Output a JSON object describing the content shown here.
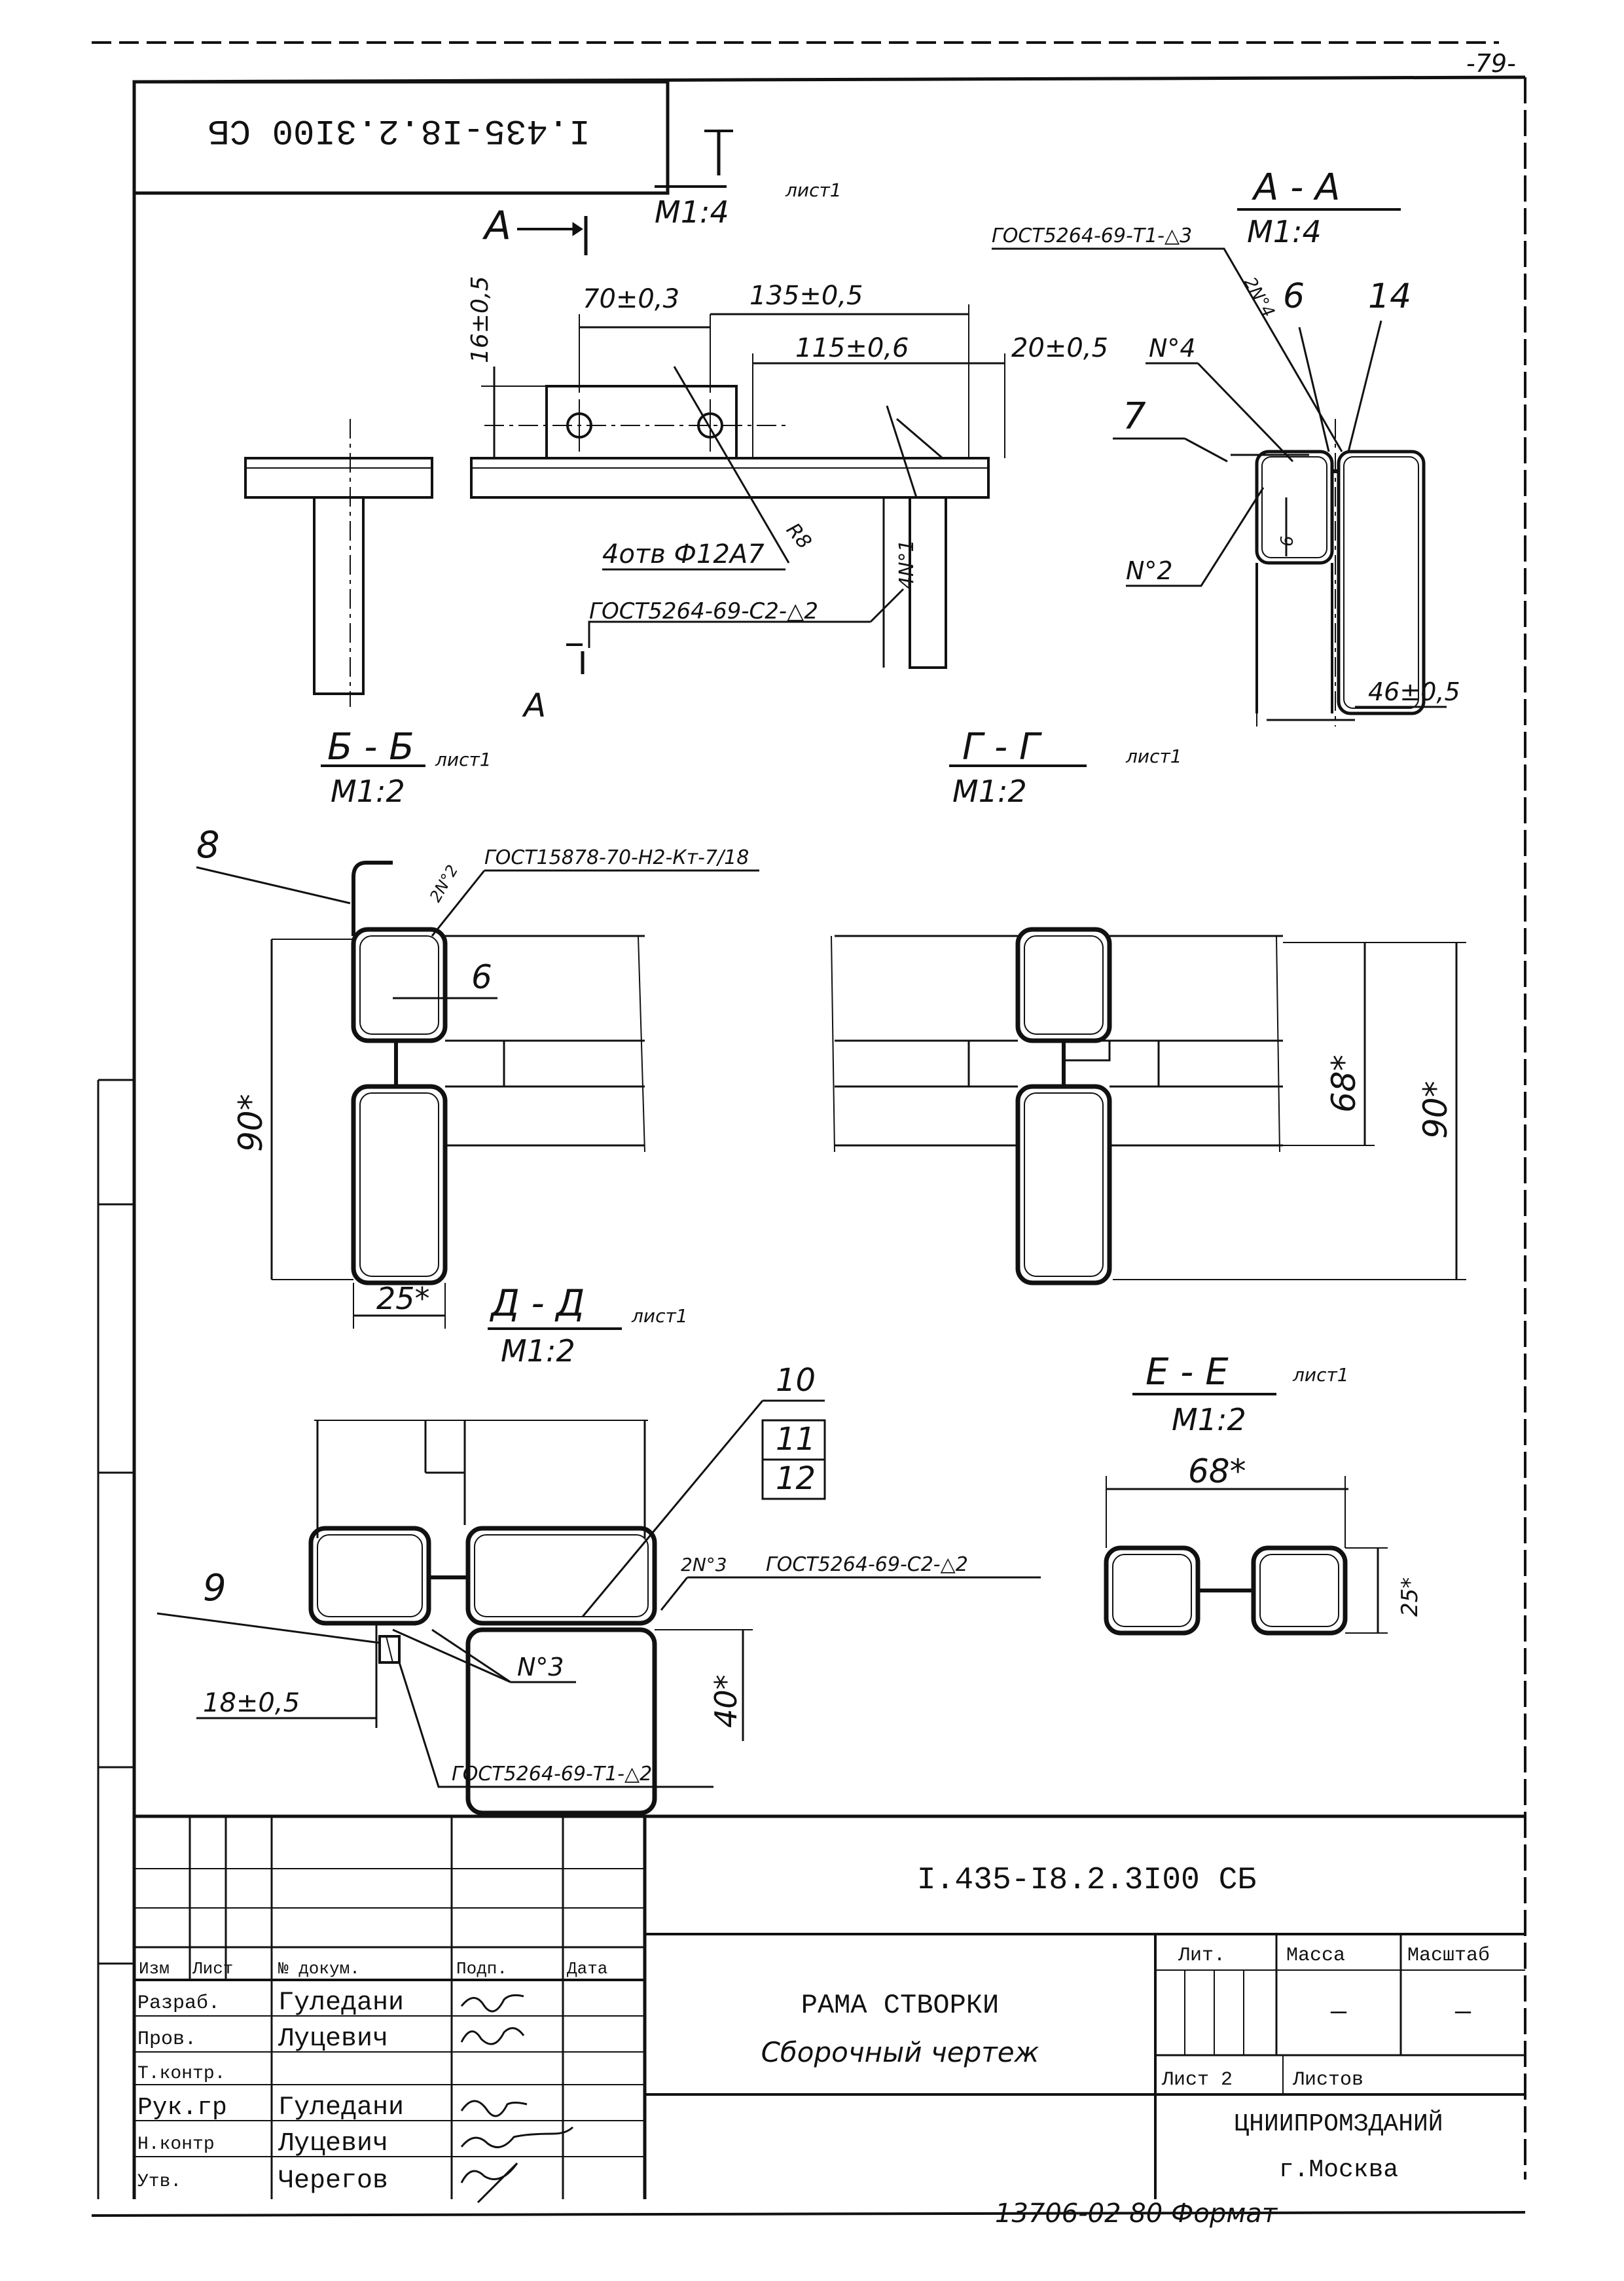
{
  "page_number": "-79-",
  "top_stamp": "I.435-I8.2.3I00 СБ",
  "view_I": {
    "title": "I",
    "ref": "лист1",
    "scale": "М1:4"
  },
  "arrow_A": "А",
  "dims_I": {
    "d70": "70±0,3",
    "d135": "135±0,5",
    "d115": "115±0,6",
    "d20": "20±0,5",
    "d16": "16±0,5",
    "holes": "4отв Ф12А7",
    "r": "R8",
    "n1": "4N°1",
    "weld": "ГОСТ5264-69-С2-△2"
  },
  "view_AA": {
    "title": "А - А",
    "scale": "М1:4",
    "weld": "ГОСТ5264-69-Т1-△3",
    "w2": "2N°4",
    "p6": "6",
    "p14": "14",
    "n4": "N°4",
    "p7": "7",
    "n2": "N°2",
    "d6": "6",
    "d46": "46±0,5"
  },
  "view_BB": {
    "title": "Б - Б",
    "ref": "лист1",
    "scale": "М1:2",
    "p8": "8",
    "weld": "ГОСТ15878-70-Н2-Кт-7/18",
    "w2": "2N°2",
    "d6": "6",
    "d90": "90*",
    "d25": "25*"
  },
  "view_GG": {
    "title": "Г - Г",
    "ref": "лист1",
    "scale": "М1:2",
    "d68": "68*",
    "d90": "90*"
  },
  "view_DD": {
    "title": "Д - Д",
    "ref": "лист1",
    "scale": "М1:2",
    "p9": "9",
    "p10": "10",
    "p11": "11",
    "p12": "12",
    "w3": "2N°3",
    "weld": "ГОСТ5264-69-С2-△2",
    "n3": "N°3",
    "d18": "18±0,5",
    "d40": "40*",
    "weld2": "ГОСТ5264-69-Т1-△2"
  },
  "view_EE": {
    "title": "Е - Е",
    "ref": "лист1",
    "scale": "М1:2",
    "d68": "68*",
    "d25": "25*"
  },
  "title_block": {
    "code": "I.435-I8.2.3I00 СБ",
    "headers": {
      "izm": "Изм",
      "list": "Лист",
      "doc": "№ докум.",
      "podp": "Подп.",
      "data": "Дата"
    },
    "rows": [
      {
        "role": "Разраб.",
        "name": "Гуледани"
      },
      {
        "role": "Пров.",
        "name": "Луцевич"
      },
      {
        "role": "Т.контр.",
        "name": ""
      },
      {
        "role": "Рук.гр",
        "name": "Гуледани"
      },
      {
        "role": "Н.контр",
        "name": "Луцевич"
      },
      {
        "role": "Утв.",
        "name": "Черегов"
      }
    ],
    "name": "РАМА СТВОРКИ",
    "doc_type": "Сборочный чертеж",
    "lit": "Лит.",
    "mass": "Масса",
    "scale": "Масштаб",
    "mass_val": "—",
    "scale_val": "—",
    "sheet": "Лист 2",
    "sheets": "Листов",
    "org": "ЦНИИПРОМЗДАНИЙ",
    "city": "г.Москва"
  },
  "footer": "13706-02  80  Формат"
}
